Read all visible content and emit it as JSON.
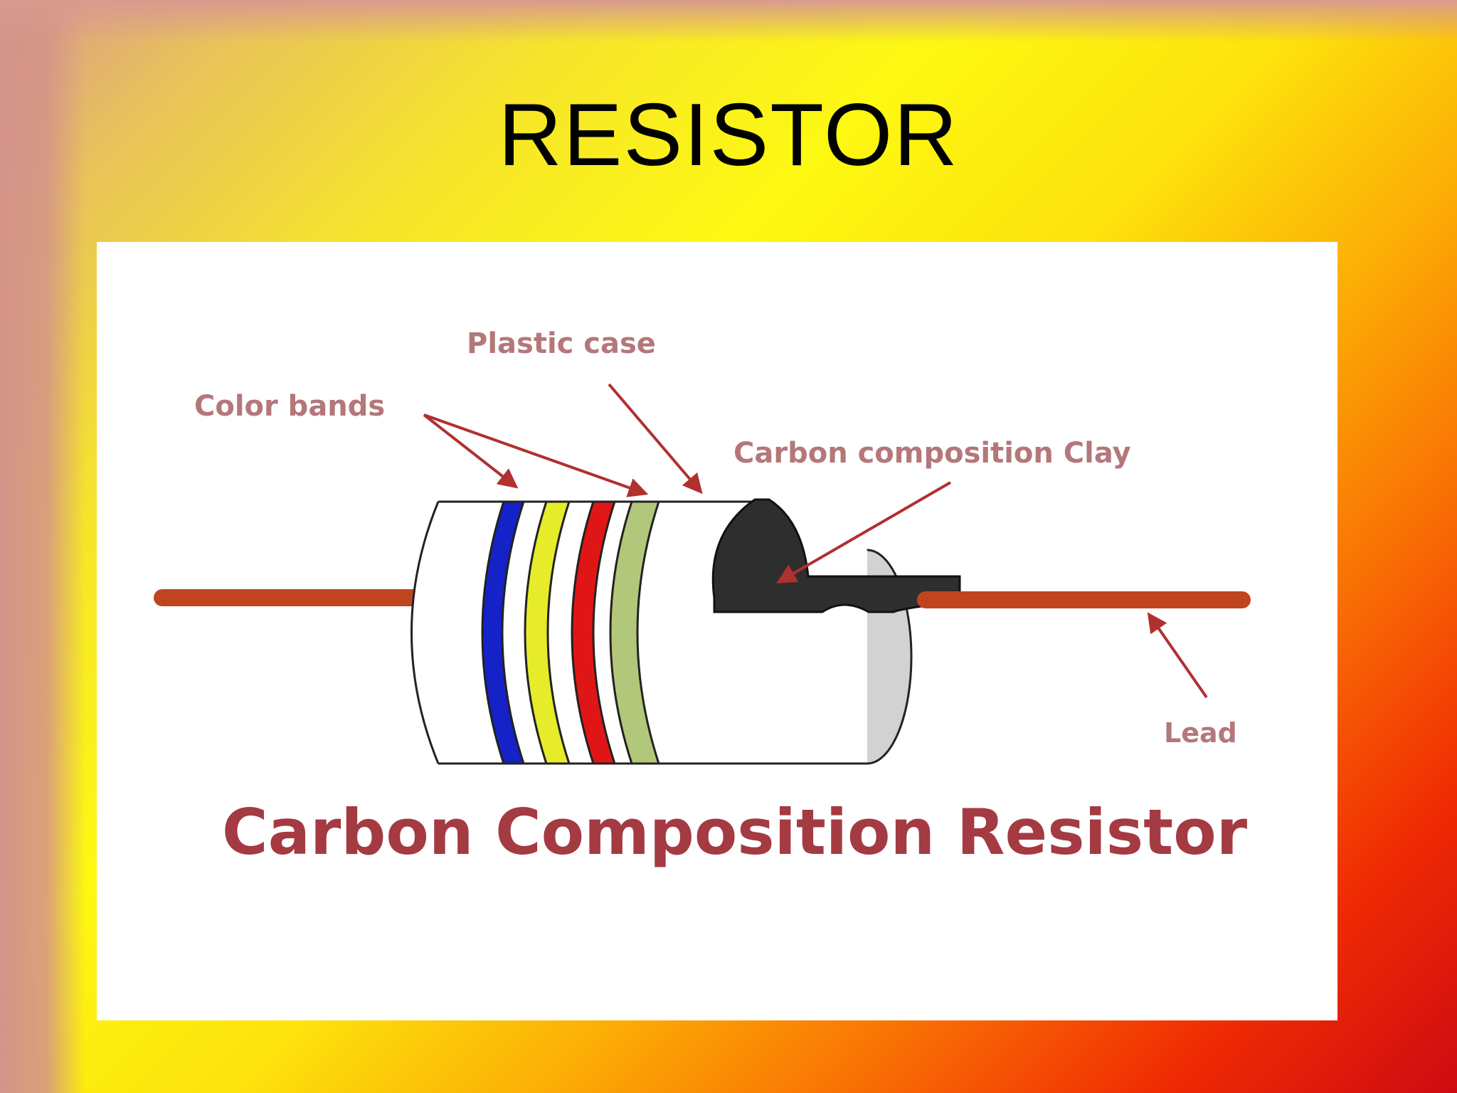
{
  "slide": {
    "title": "RESISTOR"
  },
  "diagram": {
    "labels": {
      "plastic_case": "Plastic case",
      "color_bands": "Color bands",
      "carbon_clay": "Carbon composition Clay",
      "lead": "Lead"
    },
    "caption": "Carbon Composition Resistor",
    "band_colors": [
      "#1422c8",
      "#e6ec2a",
      "#e01616",
      "#b3c77a"
    ],
    "lead_color": "#c0451f",
    "arrow_color": "#b13030",
    "clay_color": "#2e2e2e"
  }
}
